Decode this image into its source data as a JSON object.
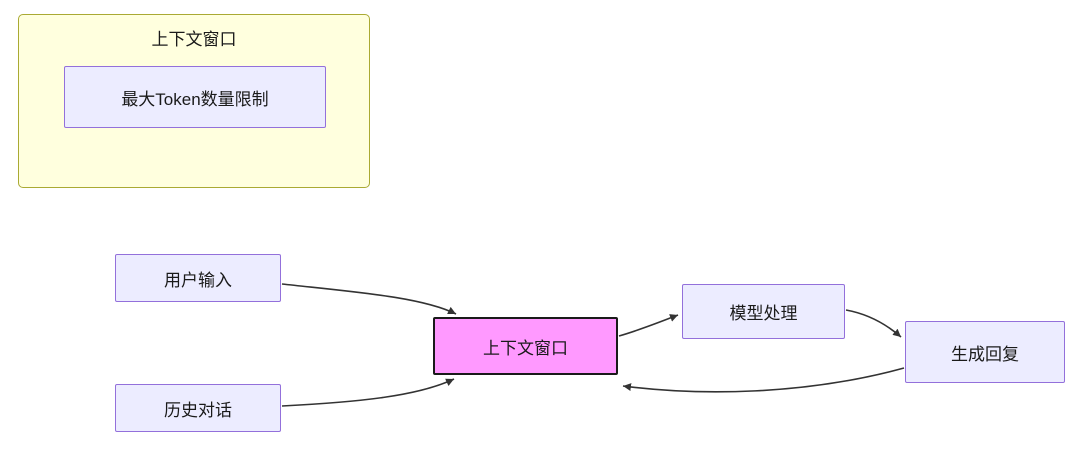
{
  "diagram": {
    "subgraph": {
      "title": "上下文窗口",
      "inner_node": "最大Token数量限制"
    },
    "nodes": {
      "user_input": "用户输入",
      "history": "历史对话",
      "context_window": "上下文窗口",
      "model_process": "模型处理",
      "generate_reply": "生成回复"
    },
    "edges": [
      {
        "from": "user_input",
        "to": "context_window"
      },
      {
        "from": "history",
        "to": "context_window"
      },
      {
        "from": "context_window",
        "to": "model_process"
      },
      {
        "from": "model_process",
        "to": "generate_reply"
      },
      {
        "from": "generate_reply",
        "to": "context_window"
      }
    ],
    "colors": {
      "node_fill": "#ECECFF",
      "node_border": "#9370DB",
      "subgraph_fill": "#FFFFDE",
      "subgraph_border": "#AAAA33",
      "highlight_fill": "#FF99FF",
      "highlight_border": "#1A1A1A",
      "edge": "#333333"
    }
  }
}
